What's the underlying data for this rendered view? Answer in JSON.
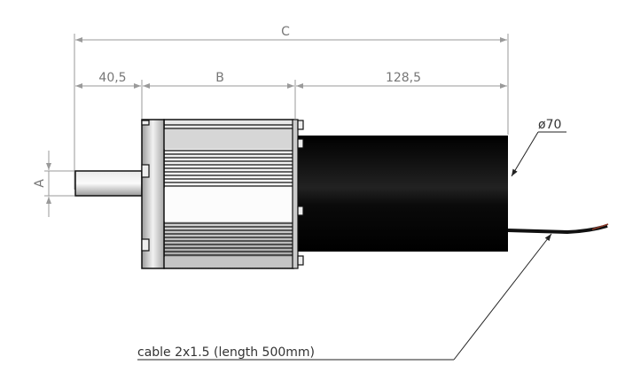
{
  "dimensions": {
    "overall": "C",
    "shaft_length": "40,5",
    "body_length": "B",
    "gearbox_length": "128,5",
    "shaft_diameter": "A",
    "motor_diameter": "ø70"
  },
  "callouts": {
    "cable": "cable 2x1.5 (length 500mm)"
  },
  "colors": {
    "dimension_lines": "#9a9a9a",
    "motor_body": "#0a0a0a",
    "housing": "#c8c8c8"
  }
}
